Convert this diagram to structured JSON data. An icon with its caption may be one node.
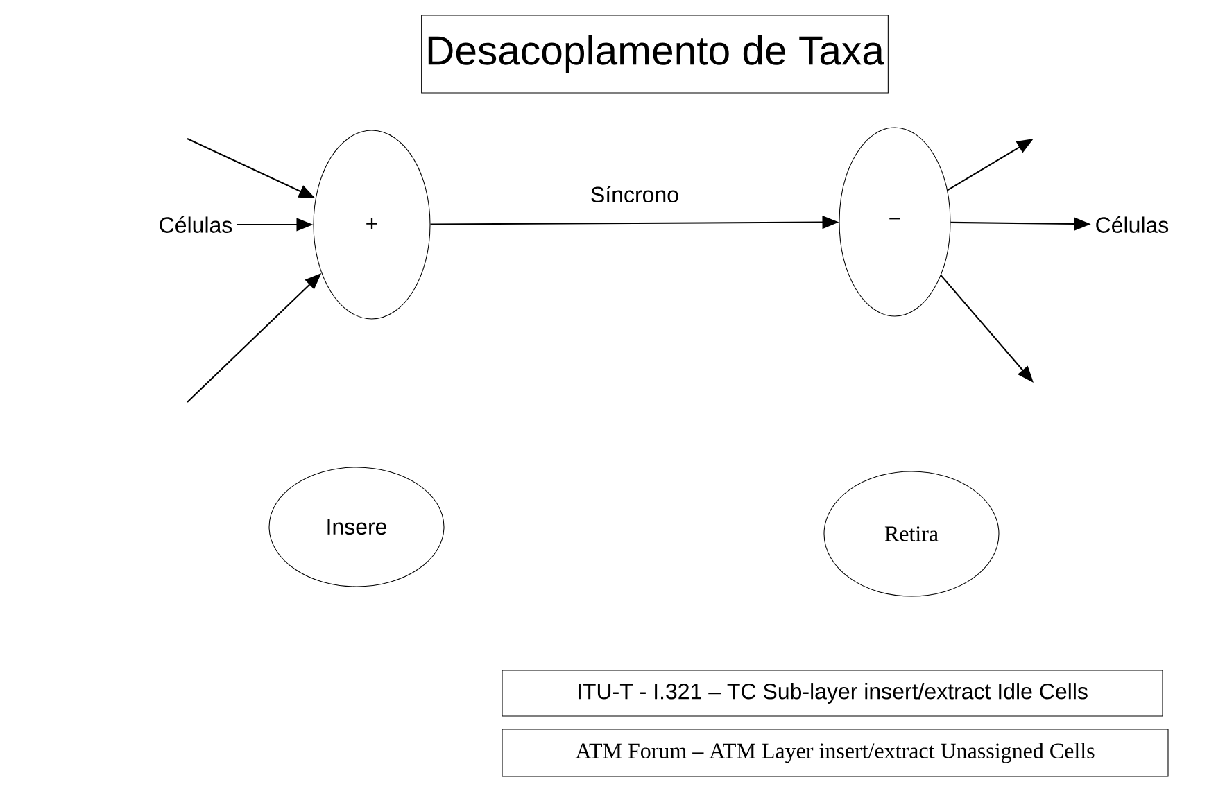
{
  "diagram": {
    "nodes": [
      {
        "text": [
          "Desacoplamento de Taxa"
        ]
      },
      {
        "text": [
          "Células"
        ]
      },
      {
        "text": [
          "+"
        ]
      },
      {
        "text": [
          "−"
        ]
      },
      {
        "text": [
          "Células"
        ]
      },
      {
        "text": [
          "Insere"
        ]
      },
      {
        "text": [
          "Retira"
        ]
      },
      {
        "text": [
          "ITU-T  -  I.321 – TC Sub-layer insert/extract Idle Cells"
        ]
      },
      {
        "text": [
          "ATM Forum – ATM Layer insert/extract Unassigned Cells"
        ]
      }
    ],
    "edges": [
      {
        "from": null,
        "to": 2,
        "arrow": "to"
      },
      {
        "from": 1,
        "to": 2,
        "arrow": "to"
      },
      {
        "from": null,
        "to": 2,
        "arrow": "to"
      },
      {
        "from": 2,
        "to": 3,
        "arrow": "to",
        "label": "Síncrono"
      },
      {
        "from": 3,
        "to": null,
        "arrow": "to"
      },
      {
        "from": 3,
        "to": 4,
        "arrow": "to"
      },
      {
        "from": 3,
        "to": null,
        "arrow": "to"
      }
    ]
  }
}
